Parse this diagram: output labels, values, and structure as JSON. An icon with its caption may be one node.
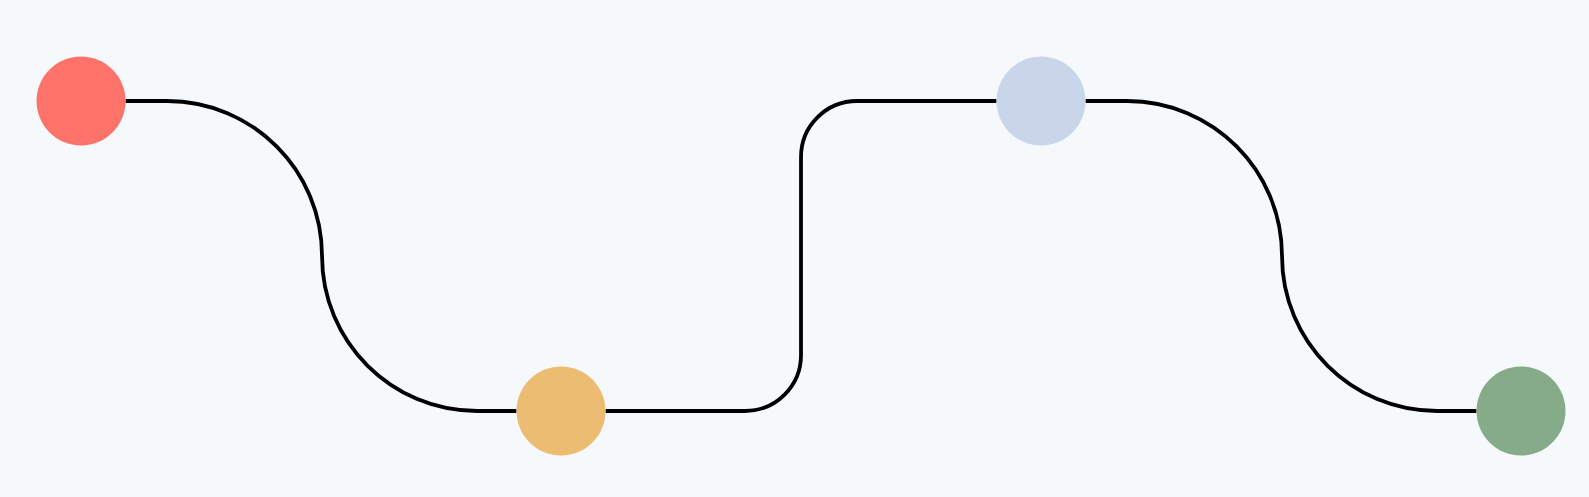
{
  "diagram": {
    "nodes": [
      {
        "text": [],
        "shape": "circle"
      },
      {
        "text": [],
        "shape": "circle"
      },
      {
        "text": [],
        "shape": "circle"
      },
      {
        "text": [],
        "shape": "circle"
      }
    ],
    "edges": [
      {
        "from": 0,
        "to": 1,
        "arrow": "none"
      },
      {
        "from": 1,
        "to": 2,
        "arrow": "none"
      },
      {
        "from": 2,
        "to": 3,
        "arrow": "none"
      }
    ]
  }
}
